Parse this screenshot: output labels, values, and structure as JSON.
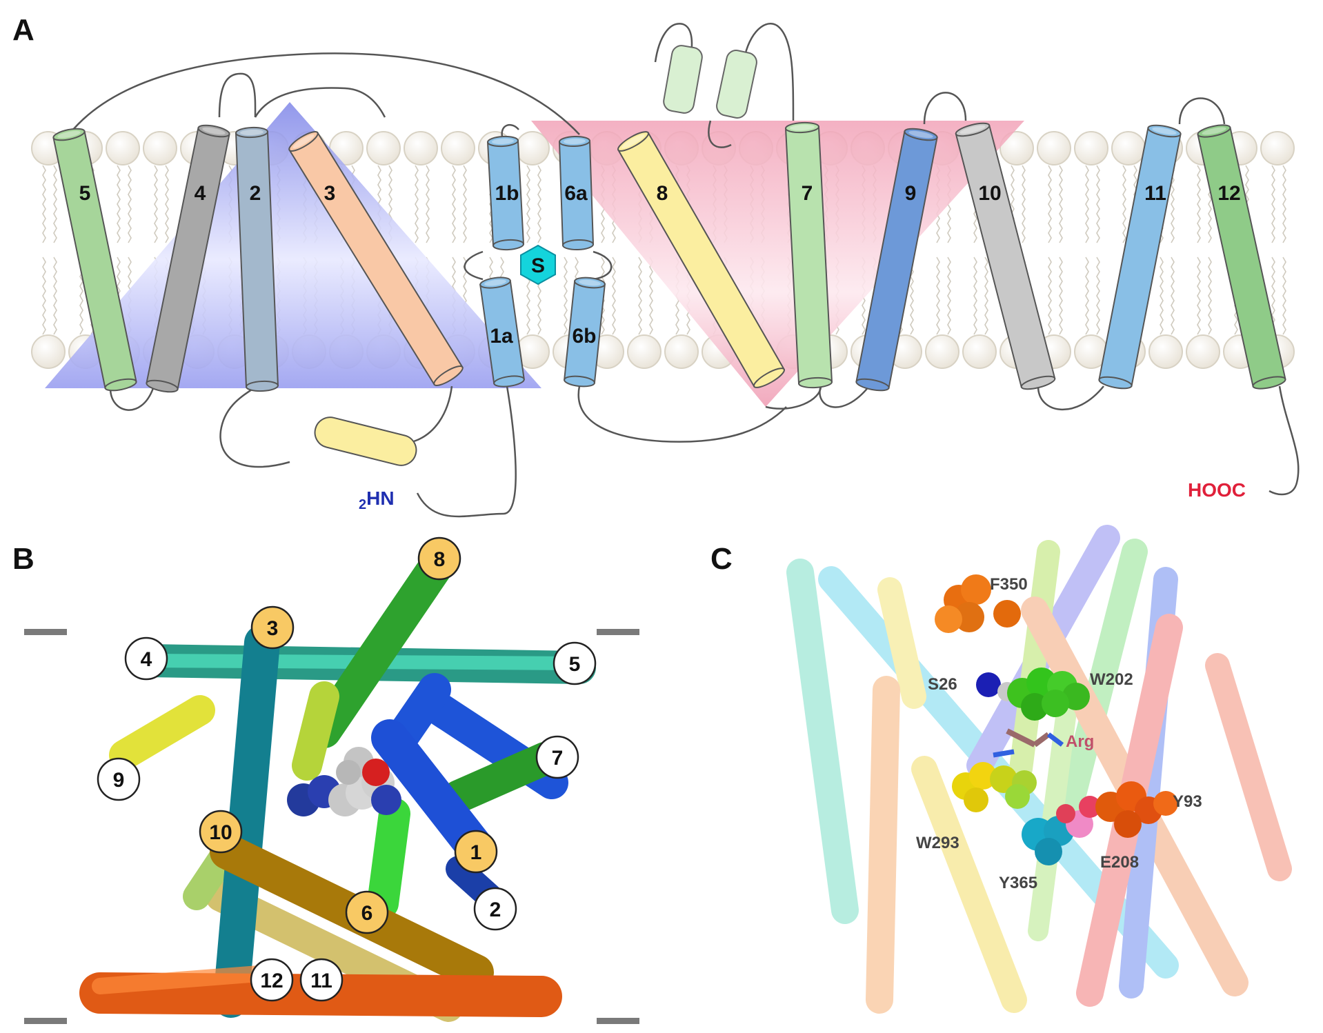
{
  "panels": {
    "a": {
      "label": "A",
      "helices": [
        {
          "id": "5",
          "label": "5",
          "color": "#a6d59a"
        },
        {
          "id": "4",
          "label": "4",
          "color": "#a8a8a8"
        },
        {
          "id": "2",
          "label": "2",
          "color": "#a3b8cc"
        },
        {
          "id": "3",
          "label": "3",
          "color": "#f9c8a6"
        },
        {
          "id": "1b",
          "label": "1b",
          "color": "#89bfe6"
        },
        {
          "id": "6a",
          "label": "6a",
          "color": "#89bfe6"
        },
        {
          "id": "1a",
          "label": "1a",
          "color": "#89bfe6"
        },
        {
          "id": "6b",
          "label": "6b",
          "color": "#89bfe6"
        },
        {
          "id": "8",
          "label": "8",
          "color": "#fbeea0"
        },
        {
          "id": "7",
          "label": "7",
          "color": "#b8e2ae"
        },
        {
          "id": "9",
          "label": "9",
          "color": "#6d99d8"
        },
        {
          "id": "10",
          "label": "10",
          "color": "#c8c8c8"
        },
        {
          "id": "11",
          "label": "11",
          "color": "#89bfe6"
        },
        {
          "id": "12",
          "label": "12",
          "color": "#8fcb88"
        }
      ],
      "substrate_label": "S",
      "n_terminus": {
        "subscript": "2",
        "label": "HN"
      },
      "c_terminus": "HOOC"
    },
    "b": {
      "label": "B",
      "helix_numbers": [
        "1",
        "2",
        "3",
        "4",
        "5",
        "6",
        "7",
        "8",
        "9",
        "10",
        "11",
        "12"
      ]
    },
    "c": {
      "label": "C",
      "residues": [
        "F350",
        "S26",
        "W202",
        "W293",
        "Y365",
        "E208",
        "Y93"
      ],
      "ligand": "Arg"
    }
  }
}
